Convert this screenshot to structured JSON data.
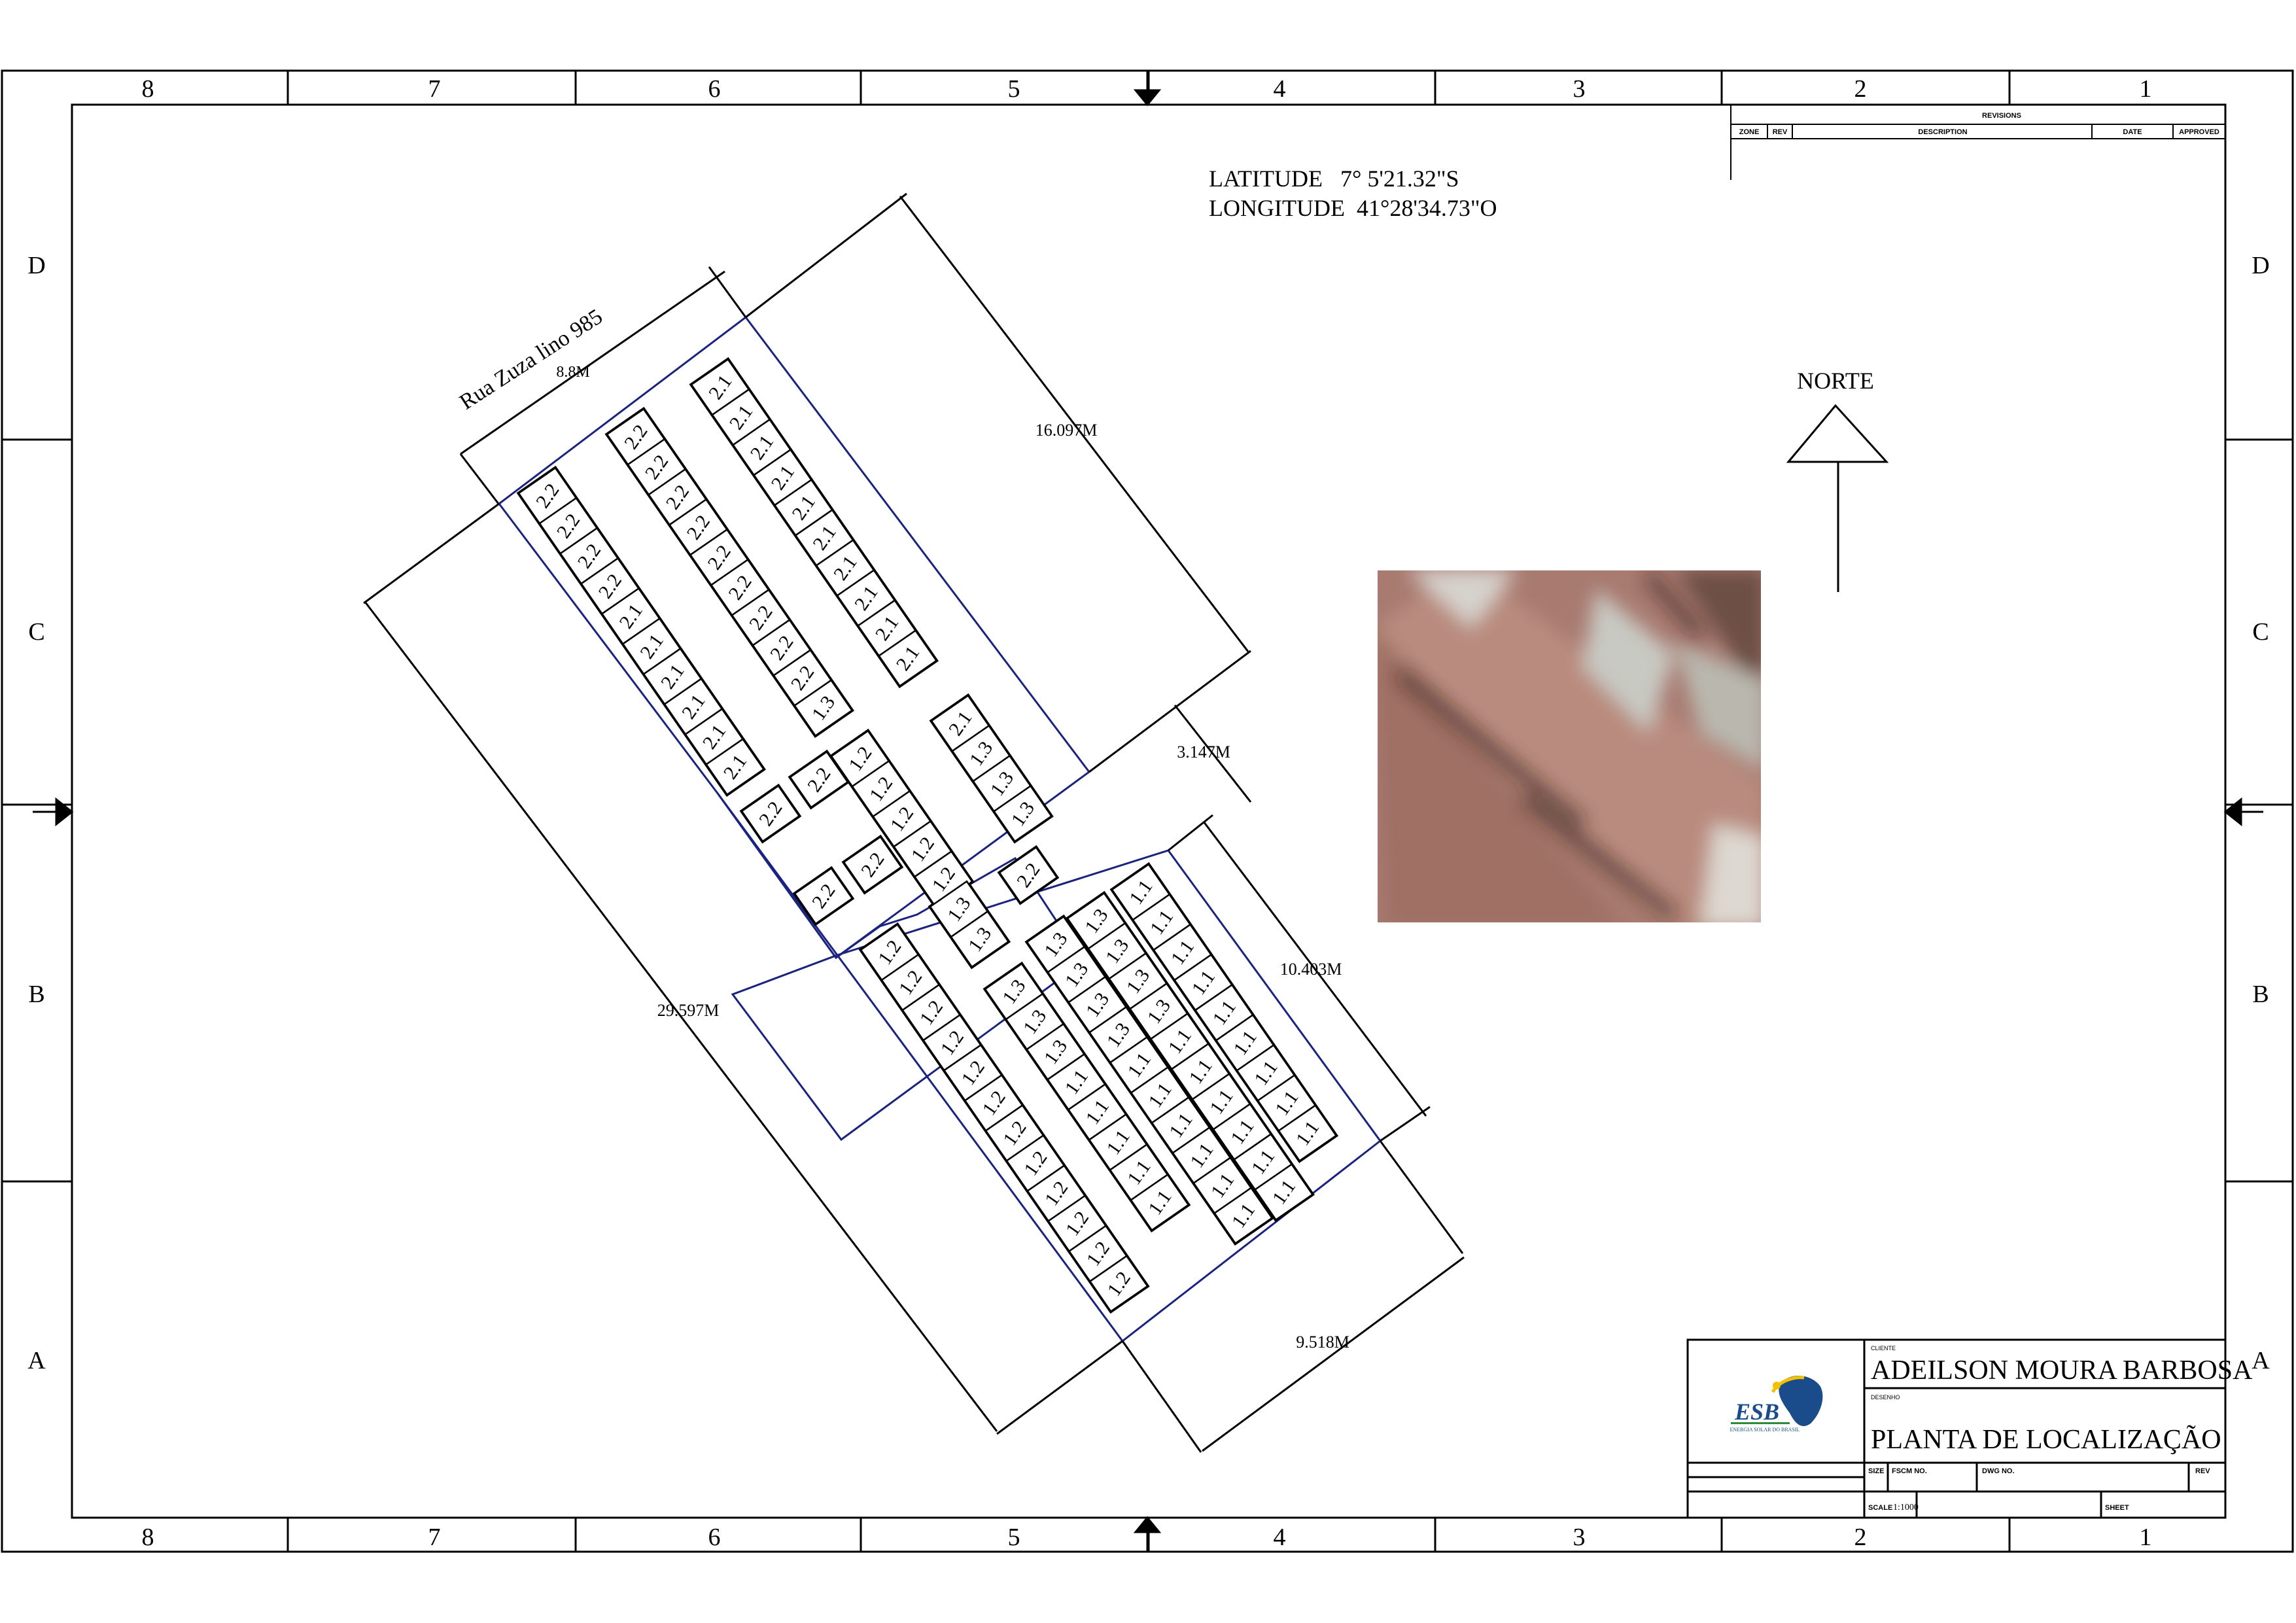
{
  "frame": {
    "columns_top": [
      "8",
      "7",
      "6",
      "5",
      "4",
      "3",
      "2",
      "1"
    ],
    "columns_bottom": [
      "8",
      "7",
      "6",
      "5",
      "4",
      "3",
      "2",
      "1"
    ],
    "rows_left": [
      "D",
      "C",
      "B",
      "A"
    ],
    "rows_right": [
      "D",
      "C",
      "B",
      "A"
    ]
  },
  "revisions": {
    "title": "REVISIONS",
    "headers": [
      "ZONE",
      "REV",
      "DESCRIPTION",
      "DATE",
      "APPROVED"
    ]
  },
  "coords": {
    "latitude": "LATITUDE   7° 5'21.32\"S",
    "longitude": "LONGITUDE  41°28'34.73\"O"
  },
  "north": {
    "label": "NORTE"
  },
  "street": {
    "label": "Rua Zuza lino 985"
  },
  "dimensions": {
    "top_width": "8.8M",
    "right_upper": "16.097M",
    "gap": "3.147M",
    "right_lower": "10.403M",
    "left_total": "29.597M",
    "bottom_width": "9.518M"
  },
  "panels": {
    "group_upper_left": [
      "2.2",
      "2.2",
      "2.2",
      "2.2",
      "2.1",
      "2.1",
      "2.1",
      "2.1",
      "2.1",
      "2.1"
    ],
    "group_upper_mid": [
      "2.2",
      "2.2",
      "2.2",
      "2.2",
      "2.2",
      "2.2",
      "2.2",
      "2.2",
      "2.2",
      "1.3"
    ],
    "group_upper_right": [
      "2.1",
      "2.1",
      "2.1",
      "2.1",
      "2.1",
      "2.1",
      "2.1",
      "2.1",
      "2.1",
      "2.1"
    ],
    "group_mid_a": [
      "1.2",
      "1.2",
      "1.2",
      "1.2",
      "1.2"
    ],
    "group_mid_b": [
      "2.1",
      "1.3",
      "1.3",
      "1.3"
    ],
    "singles_left": [
      "2.2",
      "2.2"
    ],
    "singles_right": [
      "2.2",
      "2.2"
    ],
    "group_tri": [
      "1.3",
      "1.3"
    ],
    "single_far": [
      "2.2"
    ],
    "group_lower_a": [
      "1.2",
      "1.2",
      "1.2",
      "1.2",
      "1.2",
      "1.2",
      "1.2",
      "1.2",
      "1.2",
      "1.2",
      "1.2",
      "1.2"
    ],
    "group_lower_b": [
      "1.3",
      "1.3",
      "1.3",
      "1.1",
      "1.1",
      "1.1",
      "1.1",
      "1.1"
    ],
    "group_lower_c": [
      "1.3",
      "1.3",
      "1.3",
      "1.3",
      "1.1",
      "1.1",
      "1.1",
      "1.1",
      "1.1",
      "1.1"
    ],
    "group_lower_d": [
      "1.3",
      "1.3",
      "1.3",
      "1.3",
      "1.1",
      "1.1",
      "1.1",
      "1.1",
      "1.1",
      "1.1"
    ],
    "group_lower_e": [
      "1.1",
      "1.1",
      "1.1",
      "1.1",
      "1.1",
      "1.1",
      "1.1",
      "1.1",
      "1.1"
    ]
  },
  "title_block": {
    "client_label": "CLIENTE",
    "client": "ADEILSON MOURA BARBOSA",
    "drawing_label": "DESENHO",
    "drawing": "PLANTA DE LOCALIZAÇÃO",
    "size_label": "SIZE",
    "fscm_label": "FSCM NO.",
    "dwg_label": "DWG NO.",
    "rev_label": "REV",
    "scale_label": "SCALE",
    "scale": "1:1000",
    "sheet_label": "SHEET",
    "logo_text": "ESB",
    "logo_sub": "ENERGIA SOLAR DO BRASIL"
  },
  "colors": {
    "line": "#000000",
    "boundary": "#1a237e",
    "roof_dark": "#8a5e55",
    "roof_light": "#b48578",
    "logo_blue": "#1a4c8b",
    "logo_green": "#2e8b3a"
  }
}
